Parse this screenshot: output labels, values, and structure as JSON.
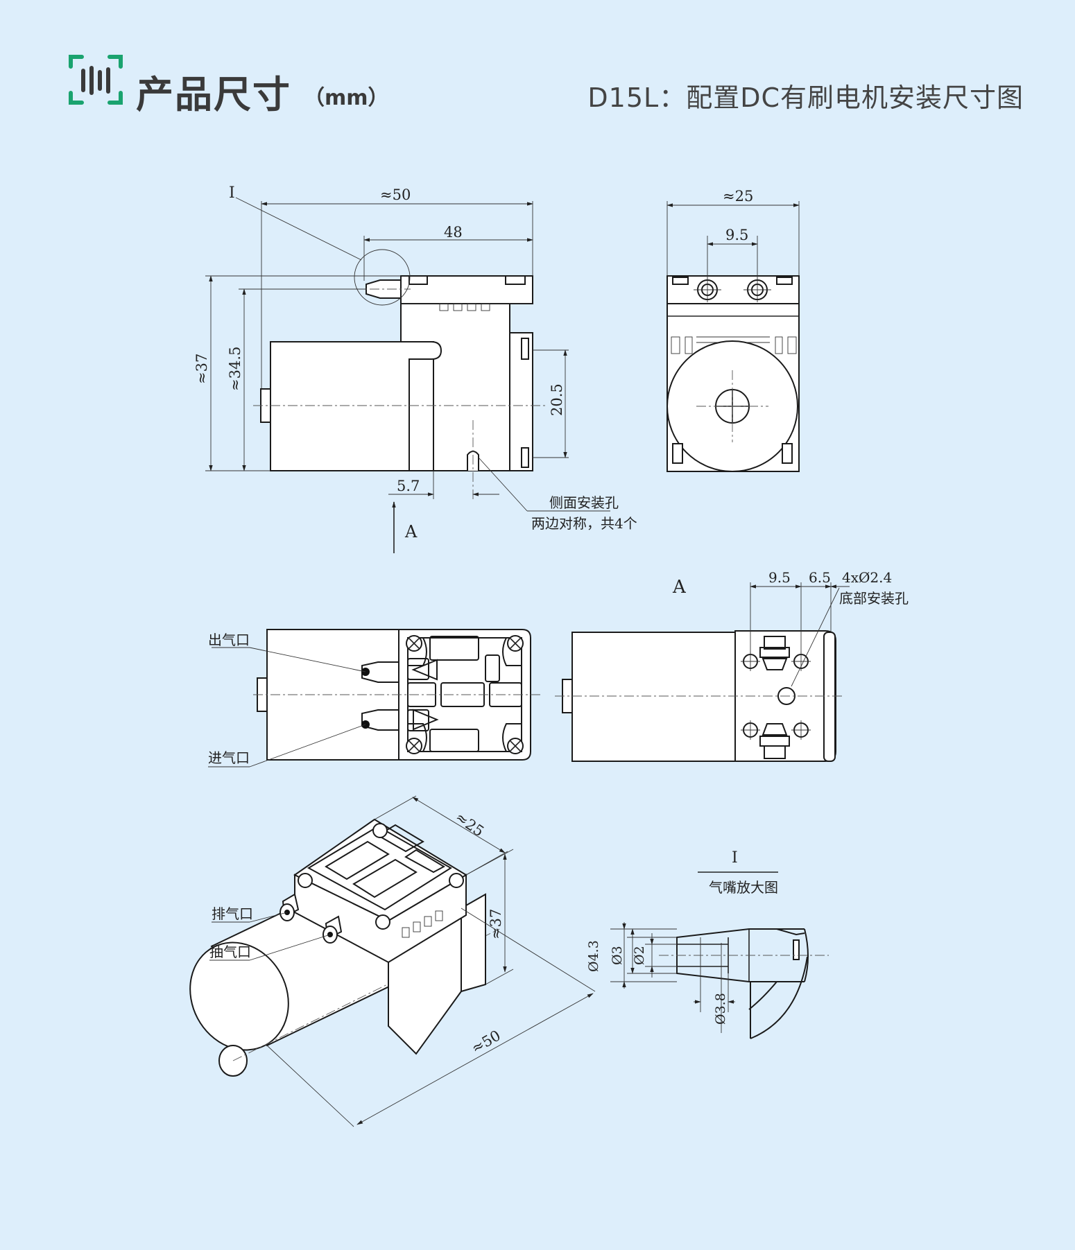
{
  "header": {
    "title": "产品尺寸",
    "unit": "（mm）",
    "subtitle": "D15L：配置DC有刷电机安装尺寸图",
    "accent_color": "#1aa36f",
    "logo_icon": "barcode-scan-icon"
  },
  "side_view": {
    "detail_marker": "I",
    "dim_overall_length": "≈50",
    "dim_head_length": "48",
    "dim_height": "≈37",
    "dim_height_inner": "≈34.5",
    "dim_hole_spacing": "20.5",
    "dim_hole_offset": "5.7",
    "note_side_holes_1": "侧面安装孔",
    "note_side_holes_2": "两边对称，共4个",
    "view_arrow": "A"
  },
  "front_view": {
    "dim_width": "≈25",
    "dim_port_spacing": "9.5"
  },
  "top_view": {
    "label_outlet": "出气口",
    "label_inlet": "进气口"
  },
  "bottom_view": {
    "view_title": "A",
    "dim_1": "9.5",
    "dim_2": "6.5",
    "dim_holes": "4xØ2.4",
    "note_bottom_holes": "底部安装孔"
  },
  "iso_view": {
    "label_exhaust": "排气口",
    "label_suction": "抽气口",
    "dim_width": "≈25",
    "dim_height": "≈37",
    "dim_length": "≈50"
  },
  "detail_view": {
    "marker": "I",
    "title": "气嘴放大图",
    "dim_d43": "Ø4.3",
    "dim_d3": "Ø3",
    "dim_d2": "Ø2",
    "dim_d38": "Ø3.8"
  }
}
